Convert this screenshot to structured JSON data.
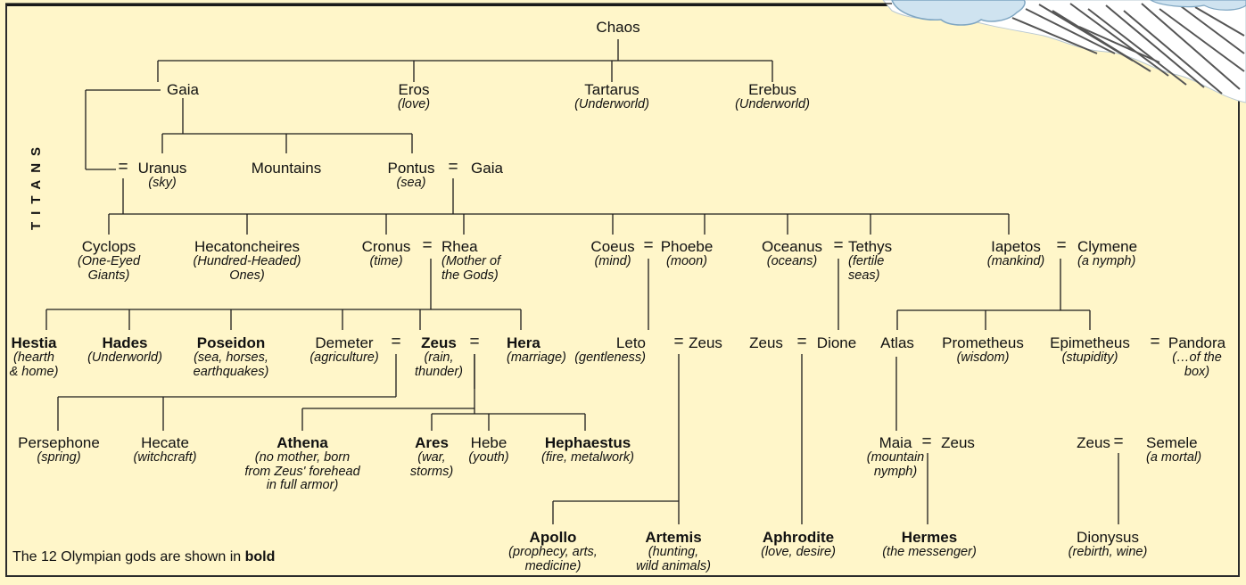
{
  "side_label": "TITANS",
  "footnote": {
    "text": "The 12 Olympian gods are shown in ",
    "bold_word": "bold"
  },
  "nodes": [
    {
      "id": "chaos",
      "name": "Chaos",
      "desc": []
    },
    {
      "id": "gaia",
      "name": "Gaia",
      "desc": []
    },
    {
      "id": "eros",
      "name": "Eros",
      "desc": [
        "(love)"
      ]
    },
    {
      "id": "tartarus",
      "name": "Tartarus",
      "desc": [
        "(Underworld)"
      ]
    },
    {
      "id": "erebus",
      "name": "Erebus",
      "desc": [
        "(Underworld)"
      ]
    },
    {
      "id": "uranus",
      "name": "Uranus",
      "desc": [
        "(sky)"
      ]
    },
    {
      "id": "mountains",
      "name": "Mountains",
      "desc": []
    },
    {
      "id": "pontus",
      "name": "Pontus",
      "desc": [
        "(sea)"
      ]
    },
    {
      "id": "gaia2",
      "name": "Gaia",
      "desc": []
    },
    {
      "id": "cyclops",
      "name": "Cyclops",
      "desc": [
        "(One-Eyed",
        "Giants)"
      ]
    },
    {
      "id": "hecatoncheires",
      "name": "Hecatoncheires",
      "desc": [
        "(Hundred-Headed)",
        "Ones)"
      ]
    },
    {
      "id": "cronus",
      "name": "Cronus",
      "desc": [
        "(time)"
      ]
    },
    {
      "id": "rhea",
      "name": "Rhea",
      "desc": [
        "(Mother of",
        "the Gods)"
      ]
    },
    {
      "id": "coeus",
      "name": "Coeus",
      "desc": [
        "(mind)"
      ]
    },
    {
      "id": "phoebe",
      "name": "Phoebe",
      "desc": [
        "(moon)"
      ]
    },
    {
      "id": "oceanus",
      "name": "Oceanus",
      "desc": [
        "(oceans)"
      ]
    },
    {
      "id": "tethys",
      "name": "Tethys",
      "desc": [
        "(fertile",
        "seas)"
      ]
    },
    {
      "id": "iapetos",
      "name": "Iapetos",
      "desc": [
        "(mankind)"
      ]
    },
    {
      "id": "clymene",
      "name": "Clymene",
      "desc": [
        "(a nymph)"
      ]
    },
    {
      "id": "hestia",
      "name": "Hestia",
      "bold": true,
      "desc": [
        "(hearth",
        "& home)"
      ]
    },
    {
      "id": "hades",
      "name": "Hades",
      "bold": true,
      "desc": [
        "(Underworld)"
      ]
    },
    {
      "id": "poseidon",
      "name": "Poseidon",
      "bold": true,
      "desc": [
        "(sea, horses,",
        "earthquakes)"
      ]
    },
    {
      "id": "demeter",
      "name": "Demeter",
      "desc": [
        "(agriculture)"
      ]
    },
    {
      "id": "zeus-main",
      "name": "Zeus",
      "bold": true,
      "desc": [
        "(rain,",
        "thunder)"
      ]
    },
    {
      "id": "hera",
      "name": "Hera",
      "bold": true,
      "desc": [
        "(marriage)"
      ]
    },
    {
      "id": "leto",
      "name": "Leto",
      "desc": [
        "(gentleness)"
      ]
    },
    {
      "id": "zeus-leto",
      "name": "Zeus",
      "desc": []
    },
    {
      "id": "zeus-dione",
      "name": "Zeus",
      "desc": []
    },
    {
      "id": "dione",
      "name": "Dione",
      "desc": []
    },
    {
      "id": "atlas",
      "name": "Atlas",
      "desc": []
    },
    {
      "id": "prometheus",
      "name": "Prometheus",
      "desc": [
        "(wisdom)"
      ]
    },
    {
      "id": "epimetheus",
      "name": "Epimetheus",
      "desc": [
        "(stupidity)"
      ]
    },
    {
      "id": "pandora",
      "name": "Pandora",
      "desc": [
        "(…of the",
        "box)"
      ]
    },
    {
      "id": "persephone",
      "name": "Persephone",
      "desc": [
        "(spring)"
      ]
    },
    {
      "id": "hecate",
      "name": "Hecate",
      "desc": [
        "(witchcraft)"
      ]
    },
    {
      "id": "athena",
      "name": "Athena",
      "bold": true,
      "desc": [
        "(no mother, born",
        "from Zeus' forehead",
        "in full armor)"
      ]
    },
    {
      "id": "ares",
      "name": "Ares",
      "bold": true,
      "desc": [
        "(war,",
        "storms)"
      ]
    },
    {
      "id": "hebe",
      "name": "Hebe",
      "desc": [
        "(youth)"
      ]
    },
    {
      "id": "hephaestus",
      "name": "Hephaestus",
      "bold": true,
      "desc": [
        "(fire, metalwork)"
      ]
    },
    {
      "id": "maia",
      "name": "Maia",
      "desc": [
        "(mountain",
        "nymph)"
      ]
    },
    {
      "id": "zeus-maia",
      "name": "Zeus",
      "desc": []
    },
    {
      "id": "zeus-semele",
      "name": "Zeus",
      "desc": []
    },
    {
      "id": "semele",
      "name": "Semele",
      "desc": [
        "(a mortal)"
      ]
    },
    {
      "id": "apollo",
      "name": "Apollo",
      "bold": true,
      "desc": [
        "(prophecy, arts,",
        "medicine)"
      ]
    },
    {
      "id": "artemis",
      "name": "Artemis",
      "bold": true,
      "desc": [
        "(hunting,",
        "wild animals)"
      ]
    },
    {
      "id": "aphrodite",
      "name": "Aphrodite",
      "bold": true,
      "desc": [
        "(love, desire)"
      ]
    },
    {
      "id": "hermes",
      "name": "Hermes",
      "bold": true,
      "desc": [
        "(the messenger)"
      ]
    },
    {
      "id": "dionysus",
      "name": "Dionysus",
      "desc": [
        "(rebirth, wine)"
      ]
    }
  ],
  "marriage_symbol": "="
}
